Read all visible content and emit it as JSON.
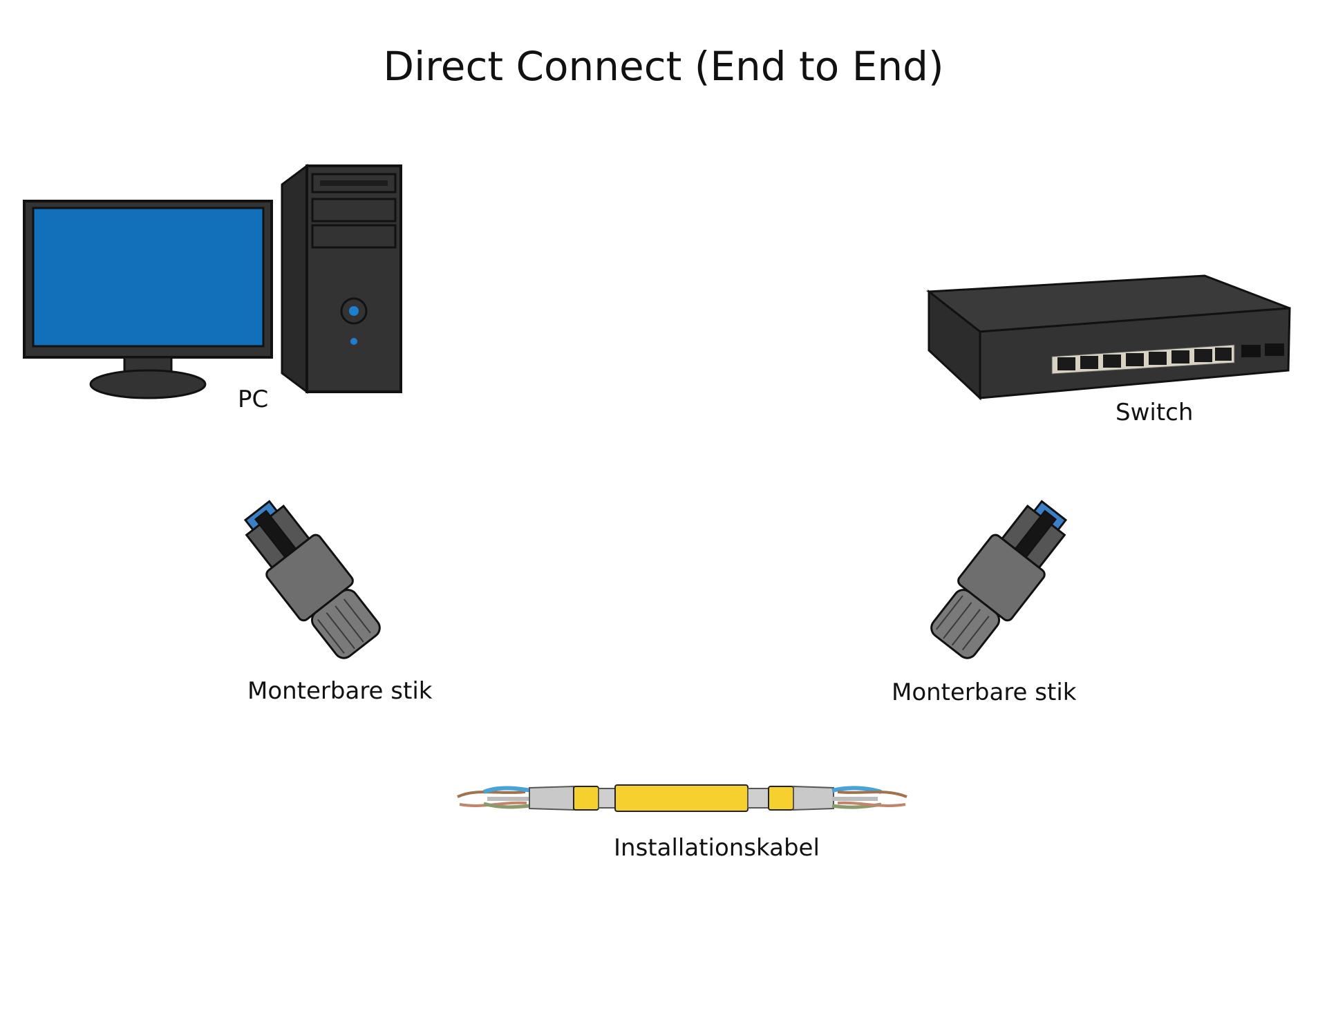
{
  "diagram": {
    "title": "Direct Connect (End to End)",
    "devices": {
      "pc": {
        "label": "PC",
        "icon": "desktop-computer-icon"
      },
      "switch": {
        "label": "Switch",
        "icon": "network-switch-icon"
      }
    },
    "connectors": {
      "left": {
        "label": "Monterbare stik",
        "icon": "rj45-connector-icon"
      },
      "right": {
        "label": "Monterbare stik",
        "icon": "rj45-connector-icon"
      }
    },
    "cable": {
      "label": "Installationskabel",
      "icon": "ethernet-cable-icon"
    }
  },
  "colors": {
    "screen": "#1170b9",
    "device_body": "#333333",
    "connector_tip": "#3b7fc4",
    "cable_jacket": "#f6d02f"
  }
}
